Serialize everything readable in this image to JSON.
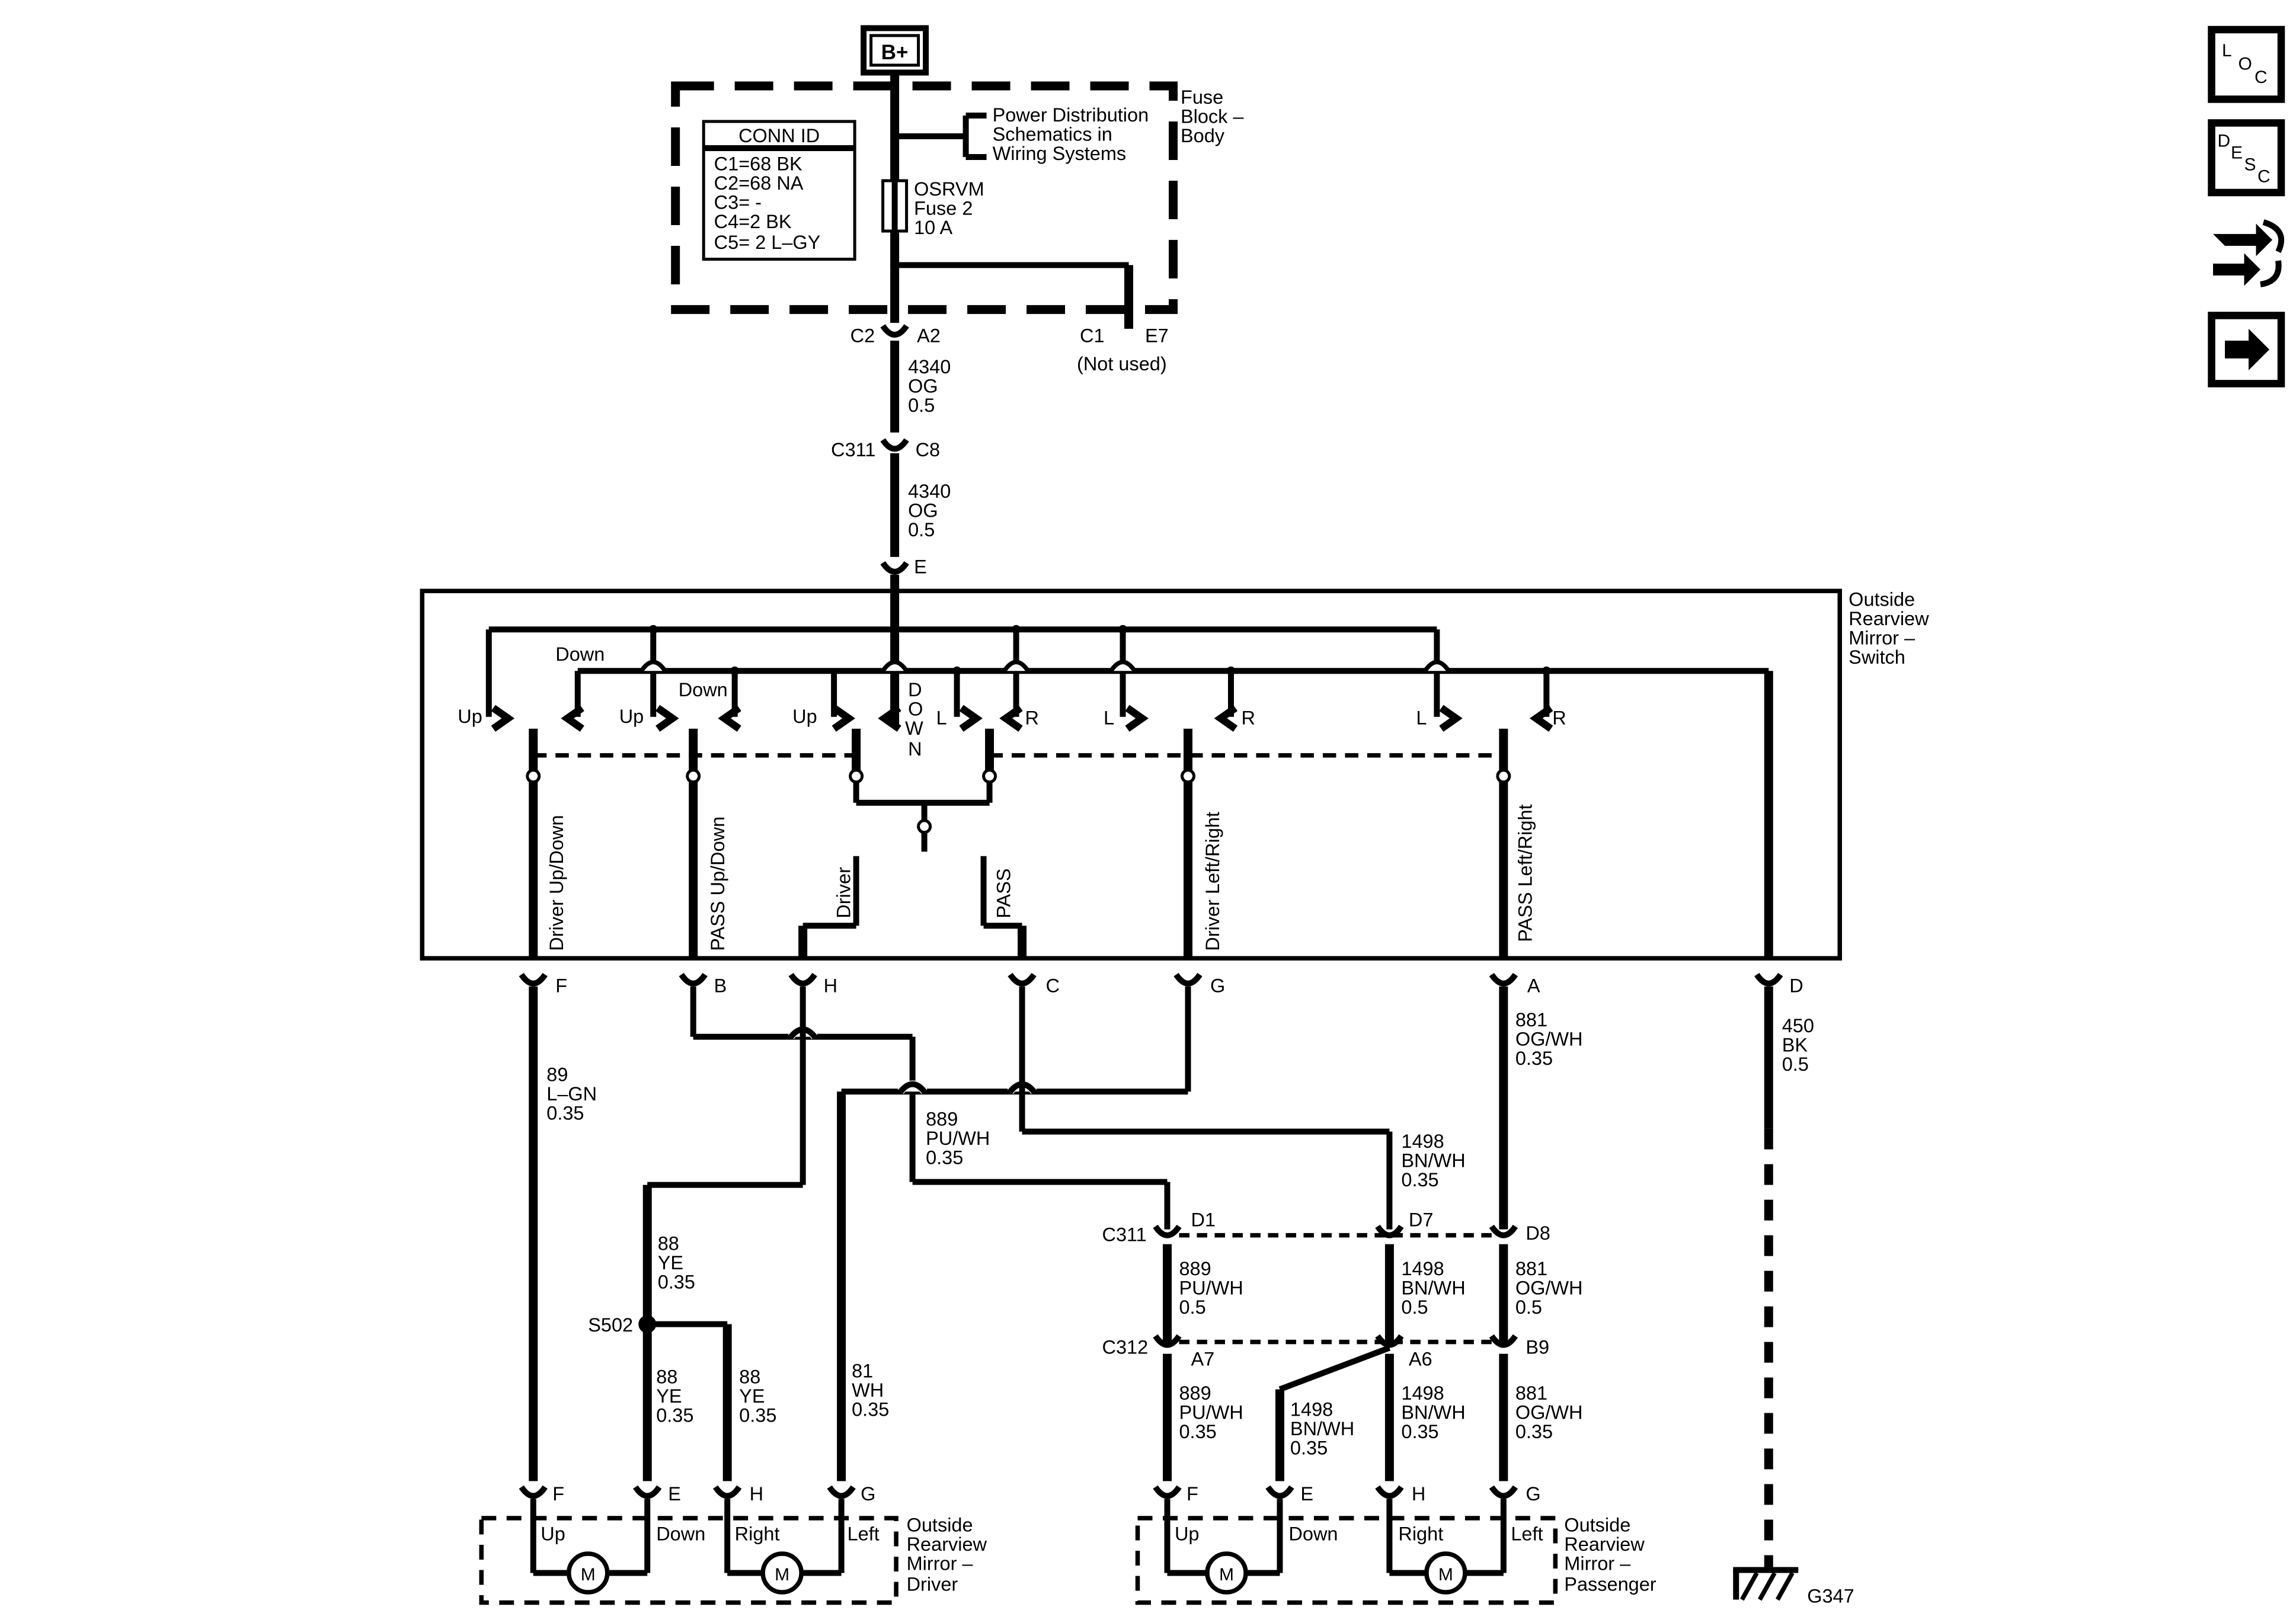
{
  "power": {
    "source": "B+"
  },
  "fuse_block": {
    "title_lines": [
      "Fuse",
      "Block –",
      "Body"
    ],
    "conn_id": {
      "header": "CONN ID",
      "rows": [
        "C1=68 BK",
        "C2=68 NA",
        "C3= -",
        "C4=2 BK",
        "C5= 2 L–GY"
      ]
    },
    "ref_lines": [
      "Power Distribution",
      "Schematics in",
      "Wiring Systems"
    ],
    "fuse_lines": [
      "OSRVM",
      "Fuse 2",
      "10 A"
    ],
    "c2": "C2",
    "a2": "A2",
    "c1": "C1",
    "e7": "E7",
    "not_used": "(Not used)"
  },
  "wire_4340_a": [
    "4340",
    "OG",
    "0.5"
  ],
  "c311_top": {
    "name": "C311",
    "pin": "C8"
  },
  "wire_4340_b": [
    "4340",
    "OG",
    "0.5"
  ],
  "pin_e": "E",
  "switch": {
    "title_lines": [
      "Outside",
      "Rearview",
      "Mirror –",
      "Switch"
    ],
    "labels": {
      "down_1": "Down",
      "down_2": "Down",
      "up_1": "Up",
      "up_2": "Up",
      "up_3": "Up",
      "down_v": [
        "D",
        "O",
        "W",
        "N"
      ],
      "l_1": "L",
      "r_1": "R",
      "l_2": "L",
      "r_2": "R",
      "l_3": "L",
      "r_3": "R",
      "driver_updown": "Driver Up/Down",
      "pass_updown": "PASS Up/Down",
      "driver": "Driver",
      "pass": "PASS",
      "driver_leftright": "Driver Left/Right",
      "pass_leftright": "PASS Left/Right"
    },
    "pins": {
      "f": "F",
      "b": "B",
      "h": "H",
      "c": "C",
      "g": "G",
      "a": "A",
      "d": "D"
    }
  },
  "wires": {
    "w89": [
      "89",
      "L–GN",
      "0.35"
    ],
    "w889_top": [
      "889",
      "PU/WH",
      "0.35"
    ],
    "w881_top": [
      "881",
      "OG/WH",
      "0.35"
    ],
    "w450": [
      "450",
      "BK",
      "0.5"
    ],
    "w1498_top": [
      "1498",
      "BN/WH",
      "0.35"
    ],
    "w88_top": [
      "88",
      "YE",
      "0.35"
    ],
    "w88_left": [
      "88",
      "YE",
      "0.35"
    ],
    "w88_right": [
      "88",
      "YE",
      "0.35"
    ],
    "w81": [
      "81",
      "WH",
      "0.35"
    ],
    "w889_mid": [
      "889",
      "PU/WH",
      "0.5"
    ],
    "w1498_mid": [
      "1498",
      "BN/WH",
      "0.5"
    ],
    "w881_mid": [
      "881",
      "OG/WH",
      "0.5"
    ],
    "w889_low": [
      "889",
      "PU/WH",
      "0.35"
    ],
    "w1498_diag": [
      "1498",
      "BN/WH",
      "0.35"
    ],
    "w1498_low": [
      "1498",
      "BN/WH",
      "0.35"
    ],
    "w881_low": [
      "881",
      "OG/WH",
      "0.35"
    ]
  },
  "splice": "S502",
  "c311_bottom": {
    "name": "C311",
    "d1": "D1",
    "d7": "D7",
    "d8": "D8"
  },
  "c312": {
    "name": "C312",
    "a7": "A7",
    "a6": "A6",
    "b9": "B9"
  },
  "driver_mirror": {
    "title_lines": [
      "Outside",
      "Rearview",
      "Mirror –",
      "Driver"
    ],
    "pins": {
      "f": "F",
      "e": "E",
      "h": "H",
      "g": "G"
    },
    "labels": {
      "up": "Up",
      "down": "Down",
      "right": "Right",
      "left": "Left"
    },
    "motor": "M"
  },
  "pass_mirror": {
    "title_lines": [
      "Outside",
      "Rearview",
      "Mirror –",
      "Passenger"
    ],
    "pins": {
      "f": "F",
      "e": "E",
      "h": "H",
      "g": "G"
    },
    "labels": {
      "up": "Up",
      "down": "Down",
      "right": "Right",
      "left": "Left"
    },
    "motor": "M"
  },
  "ground": "G347",
  "nav": {
    "loc": [
      "L",
      "O",
      "C"
    ],
    "desc": [
      "D",
      "E",
      "S",
      "C"
    ],
    "connector_icon": "connector-icon",
    "next_icon": "right-arrow-icon"
  }
}
